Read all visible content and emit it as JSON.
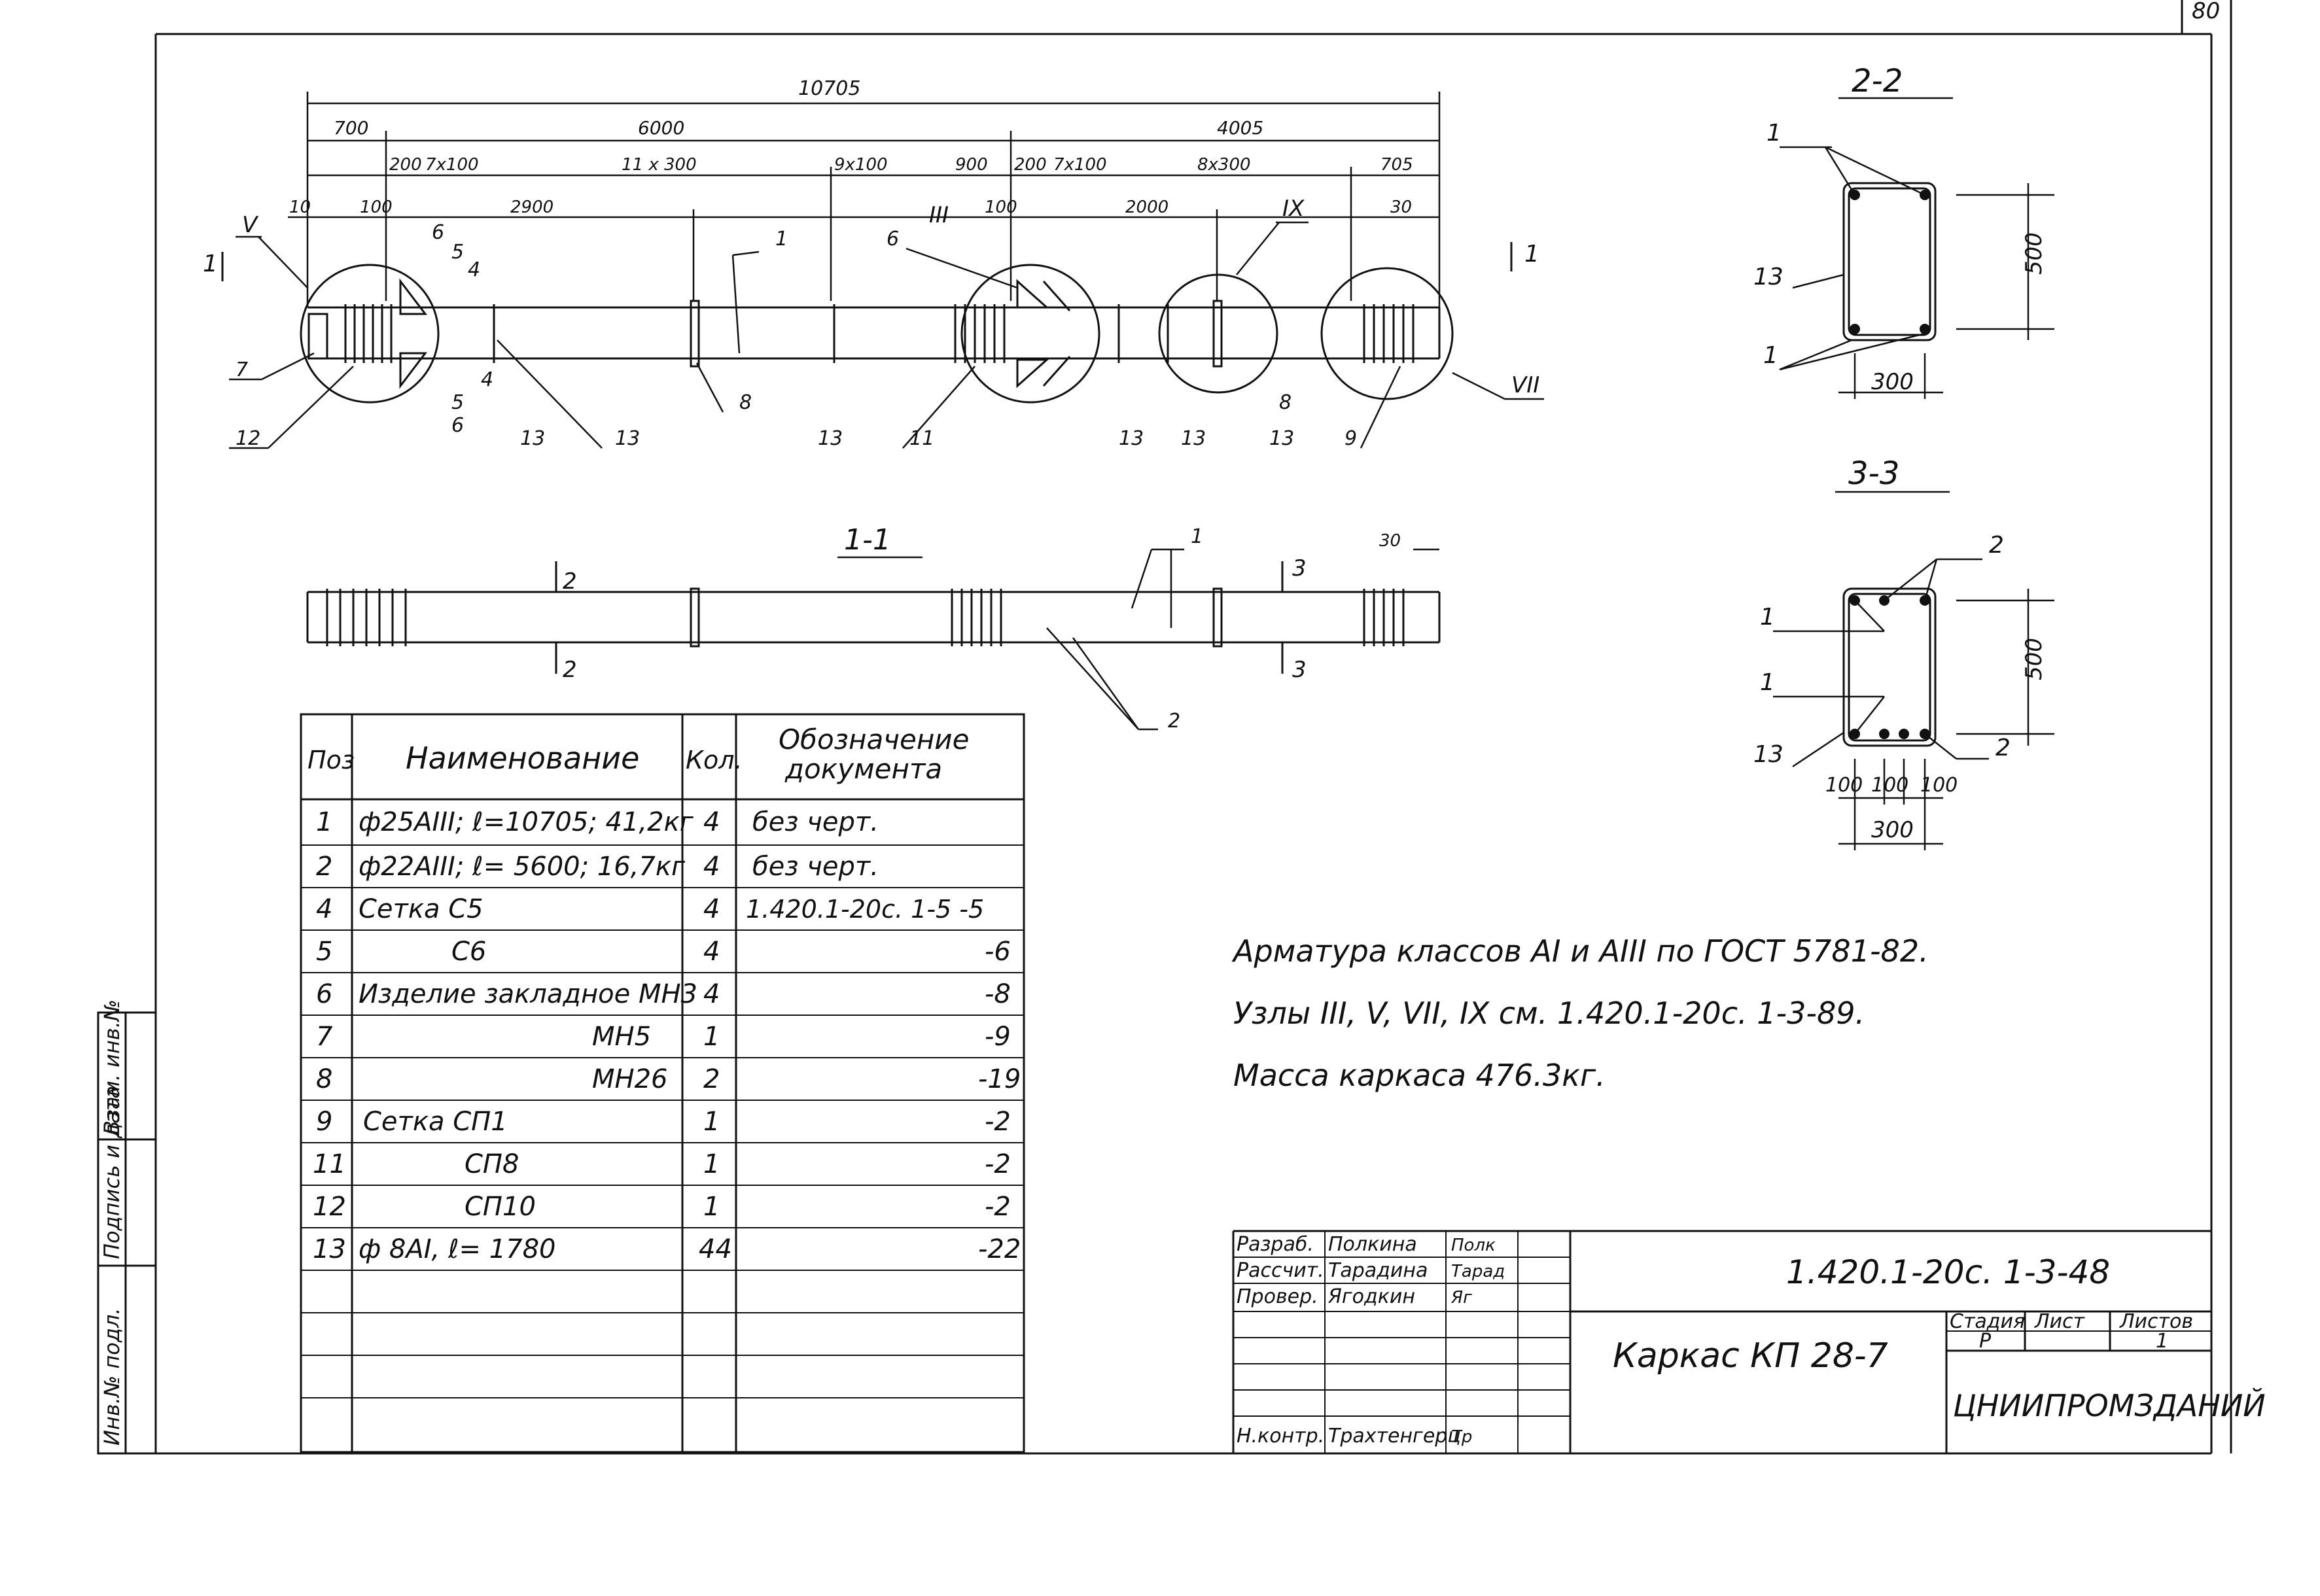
{
  "page_number": "80",
  "dimensions": {
    "overall": "10705",
    "left_end": "700",
    "mid": "6000",
    "right_part": "4005",
    "a200": "200",
    "a7x100": "7x100",
    "a11x300": "11 x 300",
    "a9x100": "9x100",
    "a900": "900",
    "b200": "200",
    "b7x100": "7x100",
    "a8x300": "8x300",
    "a705": "705",
    "a10": "10",
    "a100": "100",
    "a2900": "2900",
    "b100": "100",
    "a2000": "2000",
    "a30": "30",
    "sec11_30": "30"
  },
  "callouts": {
    "node_V": "V",
    "node_III": "III",
    "node_IX": "IX",
    "node_VII": "VII",
    "section_mark_left": "1",
    "section_mark_right": "1",
    "p1a": "1",
    "p6a": "6",
    "p5a": "5",
    "p4a": "4",
    "p7": "7",
    "p12": "12",
    "p4b": "4",
    "p5b": "5",
    "p6b": "6",
    "p13a": "13",
    "p13b": "13",
    "p8a": "8",
    "p13c": "13",
    "p11": "11",
    "p6c": "6",
    "p13d": "13",
    "p13e": "13",
    "p8b": "8",
    "p13f": "13",
    "p9": "9"
  },
  "section_1_1": {
    "title": "1-1",
    "cut2": "2",
    "cut3": "3",
    "cut2b": "2",
    "cut3b": "3",
    "pos1": "1",
    "pos2": "2"
  },
  "section_2_2": {
    "title": "2-2",
    "p1_top": "1",
    "p13": "13",
    "p1_bottom": "1",
    "height": "500",
    "width": "300"
  },
  "section_3_3": {
    "title": "3-3",
    "p2_top": "2",
    "p1a": "1",
    "p1b": "1",
    "p13": "13",
    "p2_bottom": "2",
    "height": "500",
    "d1": "100",
    "d2": "100",
    "d3": "100",
    "width": "300"
  },
  "spec_table": {
    "headers": {
      "pos": "Поз",
      "name": "Наименование",
      "qty": "Кол.",
      "doc_line1": "Обозначение",
      "doc_line2": "документа"
    },
    "rows": [
      {
        "pos": "1",
        "name": "ф25АIII; ℓ=10705; 41,2кг",
        "qty": "4",
        "doc": "без черт."
      },
      {
        "pos": "2",
        "name": "ф22АIII; ℓ= 5600; 16,7кг",
        "qty": "4",
        "doc": "без черт."
      },
      {
        "pos": "4",
        "name": "Сетка С5",
        "qty": "4",
        "doc": "1.420.1-20с. 1-5 -5"
      },
      {
        "pos": "5",
        "name": "С6",
        "qty": "4",
        "doc": "-6"
      },
      {
        "pos": "6",
        "name": "Изделие закладное МН3",
        "qty": "4",
        "doc": "-8"
      },
      {
        "pos": "7",
        "name": "МН5",
        "qty": "1",
        "doc": "-9"
      },
      {
        "pos": "8",
        "name": "МН26",
        "qty": "2",
        "doc": "-19"
      },
      {
        "pos": "9",
        "name": "Сетка СП1",
        "qty": "1",
        "doc": "-2"
      },
      {
        "pos": "11",
        "name": "СП8",
        "qty": "1",
        "doc": "-2"
      },
      {
        "pos": "12",
        "name": "СП10",
        "qty": "1",
        "doc": "-2"
      },
      {
        "pos": "13",
        "name": "ф 8АI, ℓ= 1780",
        "qty": "44",
        "doc": "-22"
      }
    ]
  },
  "notes": [
    "Арматура классов АI и АIII по ГОСТ 5781-82.",
    "Узлы III, V, VII, IX см. 1.420.1-20с. 1-3-89.",
    "Масса каркаса 476.3кг."
  ],
  "side_stamp": {
    "inv_orig": "Инв.№ подл.",
    "sign_date": "Подпись и дата",
    "inv_replace": "Взам. инв.№"
  },
  "title_block": {
    "designation": "1.420.1-20с. 1-3-48",
    "title": "Каркас КП 28-7",
    "org": "ЦНИИПРОМЗДАНИЙ",
    "stage_label": "Стадия",
    "sheet_label": "Лист",
    "sheets_label": "Листов",
    "stage_value": "Р",
    "sheets_value": "1",
    "roles": [
      {
        "role": "Разраб.",
        "name": "Полкина",
        "sign": "Полк"
      },
      {
        "role": "Рассчит.",
        "name": "Тарадина",
        "sign": "Тарад"
      },
      {
        "role": "Провер.",
        "name": "Ягодкин",
        "sign": "Яг"
      },
      {
        "role": "Н.контр.",
        "name": "Трахтенгерц",
        "sign": "Тр"
      }
    ]
  }
}
